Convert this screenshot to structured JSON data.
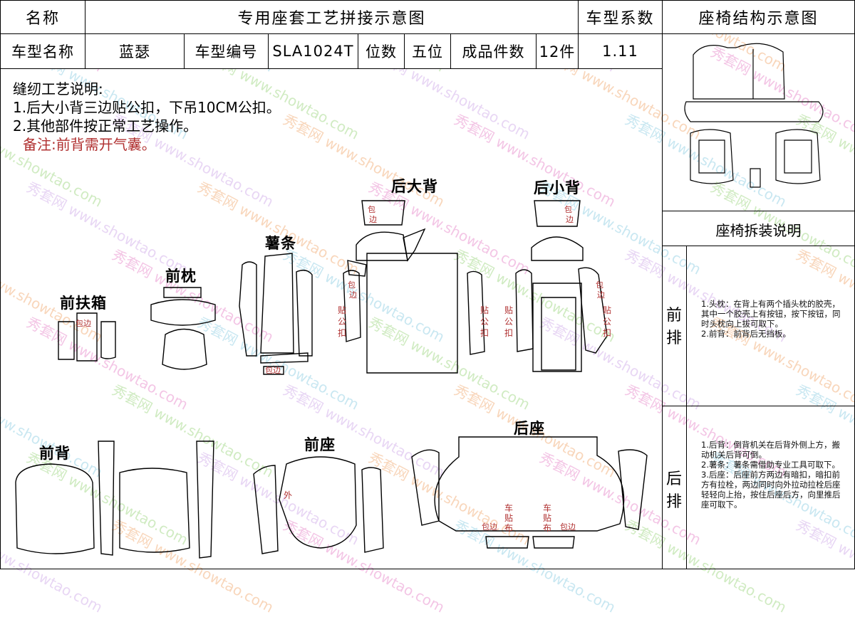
{
  "header": {
    "name_label": "名称",
    "title": "专用座套工艺拼接示意图",
    "coef_label": "车型系数",
    "structure_title": "座椅结构示意图"
  },
  "info": {
    "model_name_label": "车型名称",
    "model_name": "蓝瑟",
    "model_code_label": "车型编号",
    "model_code": "SLA1024T",
    "seats_label": "位数",
    "seats": "五位",
    "pieces_label": "成品件数",
    "pieces": "12件",
    "coef": "1.11"
  },
  "notes": {
    "heading": "缝纫工艺说明:",
    "line1": "1.后大小背三边贴公扣，下吊10CM公扣。",
    "line2": "2.其他部件按正常工艺操作。",
    "remark": "备注:前背需开气囊。"
  },
  "parts": {
    "armrest_box": "前扶箱",
    "front_pillow": "前枕",
    "strip": "薯条",
    "rear_big_back": "后大背",
    "rear_small_back": "后小背",
    "front_back": "前背",
    "front_seat": "前座",
    "rear_seat": "后座"
  },
  "marks": {
    "hem": "包边",
    "hem_v1": "包",
    "hem_v2": "边",
    "stick1": "贴",
    "stick2": "公",
    "stick3": "扣",
    "outer": "外",
    "car1": "车",
    "car2": "贴",
    "car3": "布"
  },
  "sidebar": {
    "disassembly_title": "座椅拆装说明",
    "front_row": "前排",
    "front_text": "1.头枕：在背上有两个插头枕的胶壳，其中一个胶壳上有按钮，按下按钮，同时头枕向上拔可取下。\n2.前背：前背后无挡板。",
    "rear_row": "后排",
    "rear_text": "1.后背：倒背机关在后背外侧上方，搬动机关后背可倒。\n2.薯条：薯条需借助专业工具可取下。\n3.后座：后座前方两边有暗扣，暗扣前方有拉栓，两边同时向外拉动拉栓后座轻轻向上抬，按住后座后方，向里推后座可取下。"
  },
  "watermark": {
    "text": "秀套网 www.showtao.com",
    "colors": [
      "#e377c2",
      "#7fc8e0",
      "#90d070",
      "#c9a0e6",
      "#f0a060"
    ]
  }
}
